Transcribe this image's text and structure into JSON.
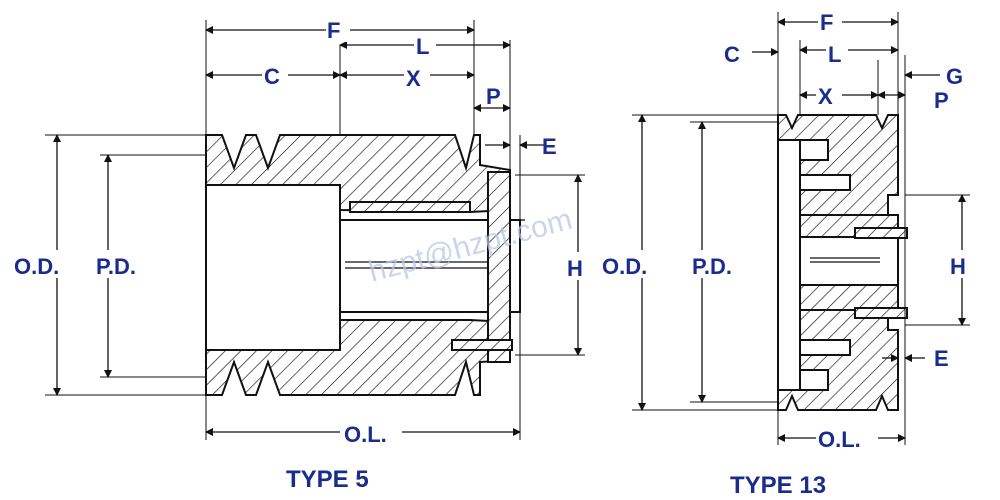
{
  "diagram": {
    "type5": {
      "title": "TYPE 5",
      "labels": {
        "F": "F",
        "C": "C",
        "L": "L",
        "X": "X",
        "P": "P",
        "E": "E",
        "H": "H",
        "OD": "O.D.",
        "PD": "P.D.",
        "OL": "O.L."
      }
    },
    "type13": {
      "title": "TYPE 13",
      "labels": {
        "F": "F",
        "C": "C",
        "L": "L",
        "G": "G",
        "X": "X",
        "P": "P",
        "E": "E",
        "H": "H",
        "OD": "O.D.",
        "PD": "P.D.",
        "OL": "O.L."
      }
    },
    "watermark": "hzpt@hzpt.com"
  },
  "colors": {
    "label": "#1a2c8c",
    "line": "#111111",
    "watermark": "#b8c8e8"
  }
}
